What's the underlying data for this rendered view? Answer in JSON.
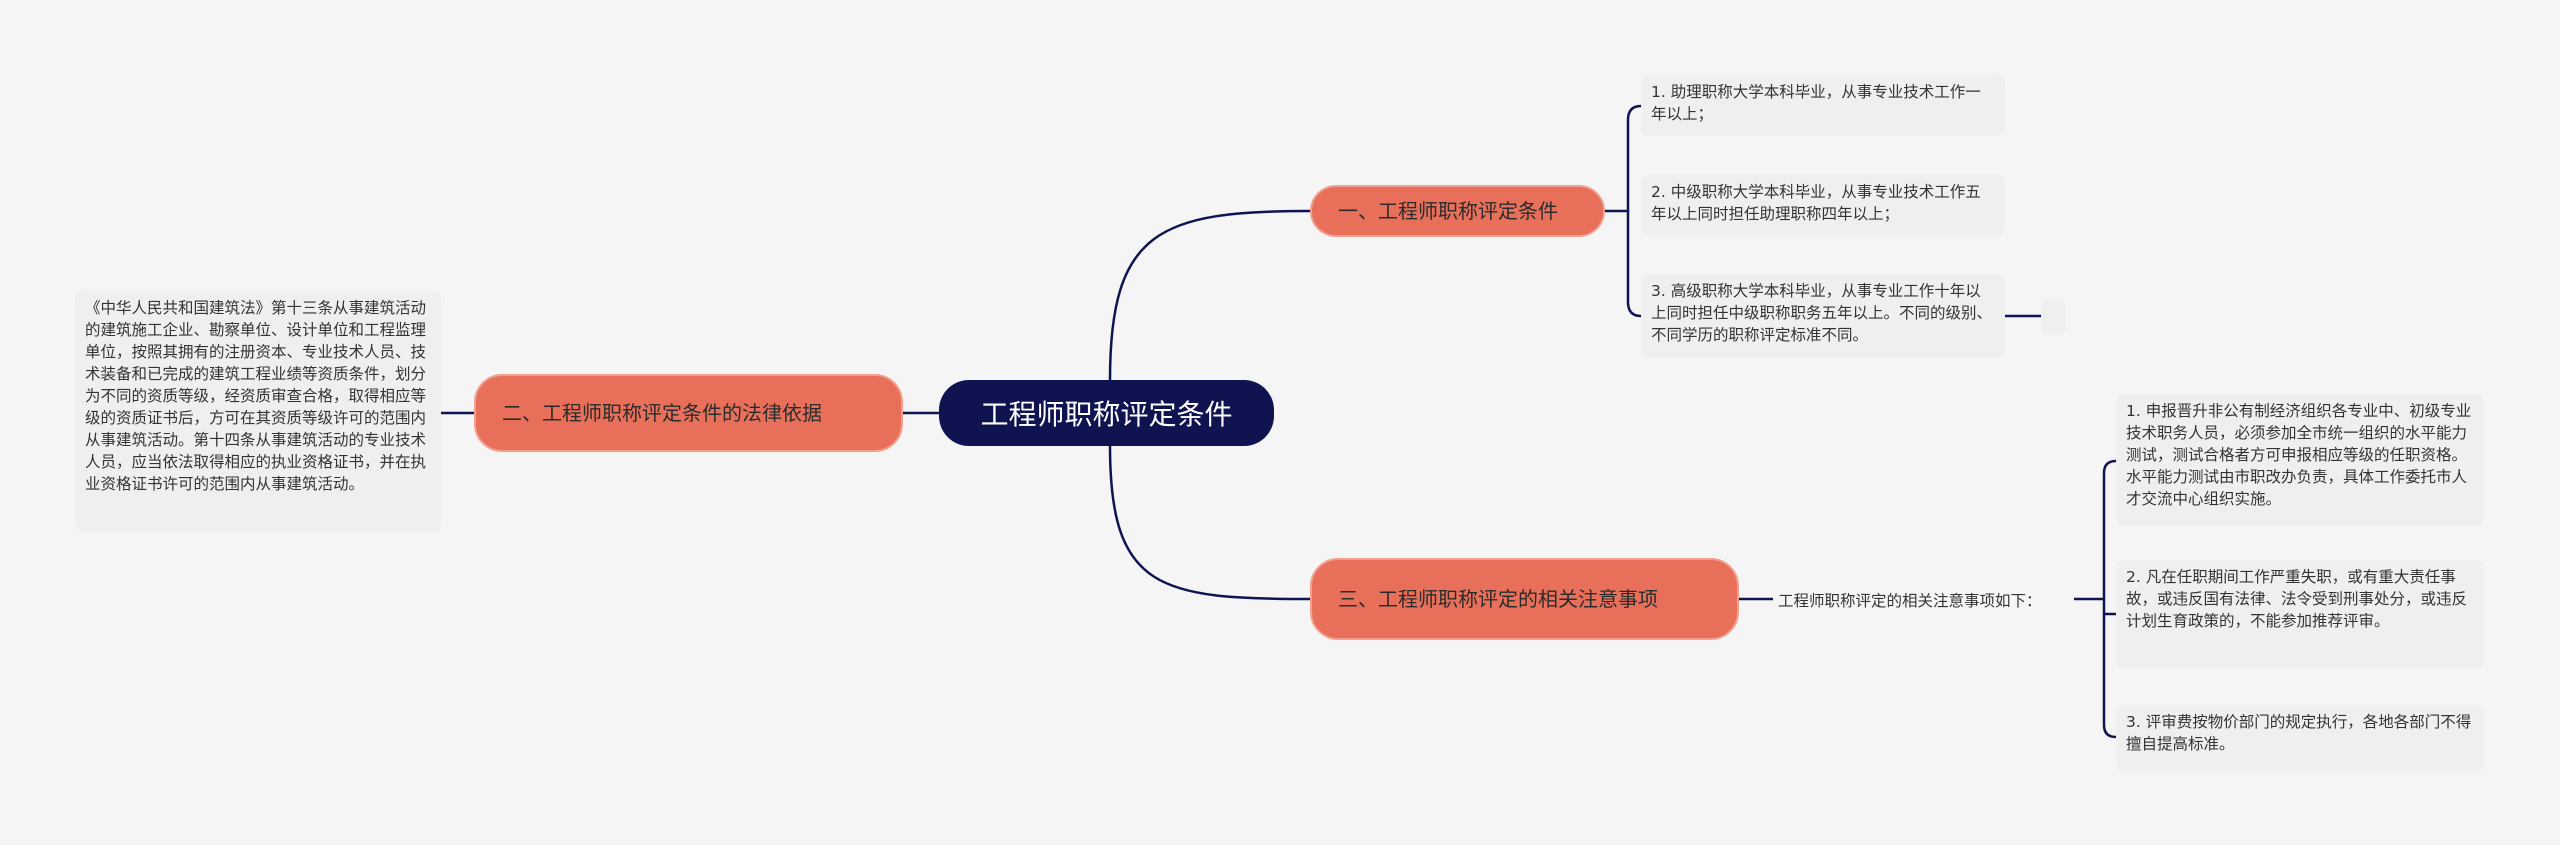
{
  "center": "工程师职称评定条件",
  "branches": [
    {
      "label": "一、工程师职称评定条件",
      "children": [
        "1. 助理职称大学本科毕业，从事专业技术工作一年以上；",
        "2. 中级职称大学本科毕业，从事专业技术工作五年以上同时担任助理职称四年以上；",
        "3. 高级职称大学本科毕业，从事专业工作十年以上同时担任中级职称职务五年以上。不同的级别、不同学历的职称评定标准不同。"
      ]
    },
    {
      "label": "二、工程师职称评定条件的法律依据",
      "children": [
        "《中华人民共和国建筑法》第十三条从事建筑活动的建筑施工企业、勘察单位、设计单位和工程监理单位，按照其拥有的注册资本、专业技术人员、技术装备和已完成的建筑工程业绩等资质条件，划分为不同的资质等级，经资质审查合格，取得相应等级的资质证书后，方可在其资质等级许可的范围内从事建筑活动。第十四条从事建筑活动的专业技术人员，应当依法取得相应的执业资格证书，并在执业资格证书许可的范围内从事建筑活动。"
      ]
    },
    {
      "label": "三、工程师职称评定的相关注意事项",
      "intro": "工程师职称评定的相关注意事项如下：",
      "children": [
        "1. 申报晋升非公有制经济组织各专业中、初级专业技术职务人员，必须参加全市统一组织的水平能力测试，测试合格者方可申报相应等级的任职资格。水平能力测试由市职改办负责，具体工作委托市人才交流中心组织实施。",
        "2. 凡在任职期间工作严重失职，或有重大责任事故，或违反国有法律、法令受到刑事处分，或违反计划生育政策的，不能参加推荐评审。",
        "3. 评审费按物价部门的规定执行，各地各部门不得擅自提高标准。"
      ]
    }
  ],
  "colors": {
    "center": "#0f1450",
    "topic": "#e8705a",
    "leaf": "#efefef",
    "line": "#0f1450",
    "background": "#f5f5f5"
  }
}
